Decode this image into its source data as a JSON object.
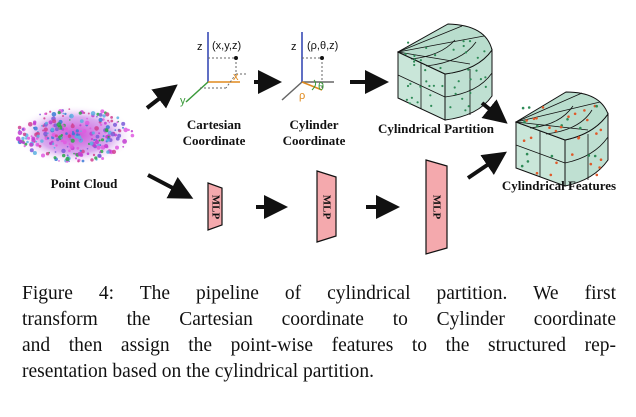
{
  "figure": {
    "point_cloud_label": "Point Cloud",
    "cartesian_label_line1": "Cartesian",
    "cartesian_label_line2": "Coordinate",
    "cylinder_label_line1": "Cylinder",
    "cylinder_label_line2": "Coordinate",
    "partition_label": "Cylindrical Partition",
    "features_label": "Cylindrical Features",
    "cartesian_axes": {
      "z": "z",
      "y": "y",
      "x": "x",
      "point": "(x,y,z)"
    },
    "cylinder_axes": {
      "z": "z",
      "rho": "ρ",
      "theta": "θ",
      "point": "(ρ,θ,z)"
    },
    "mlp_label": "MLP",
    "colors": {
      "mlp_fill": "#f4a9ad",
      "cylinder_face": "#c9e6d9",
      "cylinder_top": "#b9ddcd",
      "point_dot": "#2e8b57",
      "feature_dot": "#e05a2a",
      "accent_orange": "#e08a1e",
      "axis_blue": "#2a3fb0",
      "axis_green": "#3a9a3a"
    }
  },
  "caption": {
    "line1": "Figure 4: The pipeline of cylindrical partition.  We first",
    "line2": "transform the Cartesian coordinate to Cylinder coordinate",
    "line3": "and then assign the point-wise features to the structured rep-",
    "line4": "resentation based on the cylindrical partition."
  }
}
